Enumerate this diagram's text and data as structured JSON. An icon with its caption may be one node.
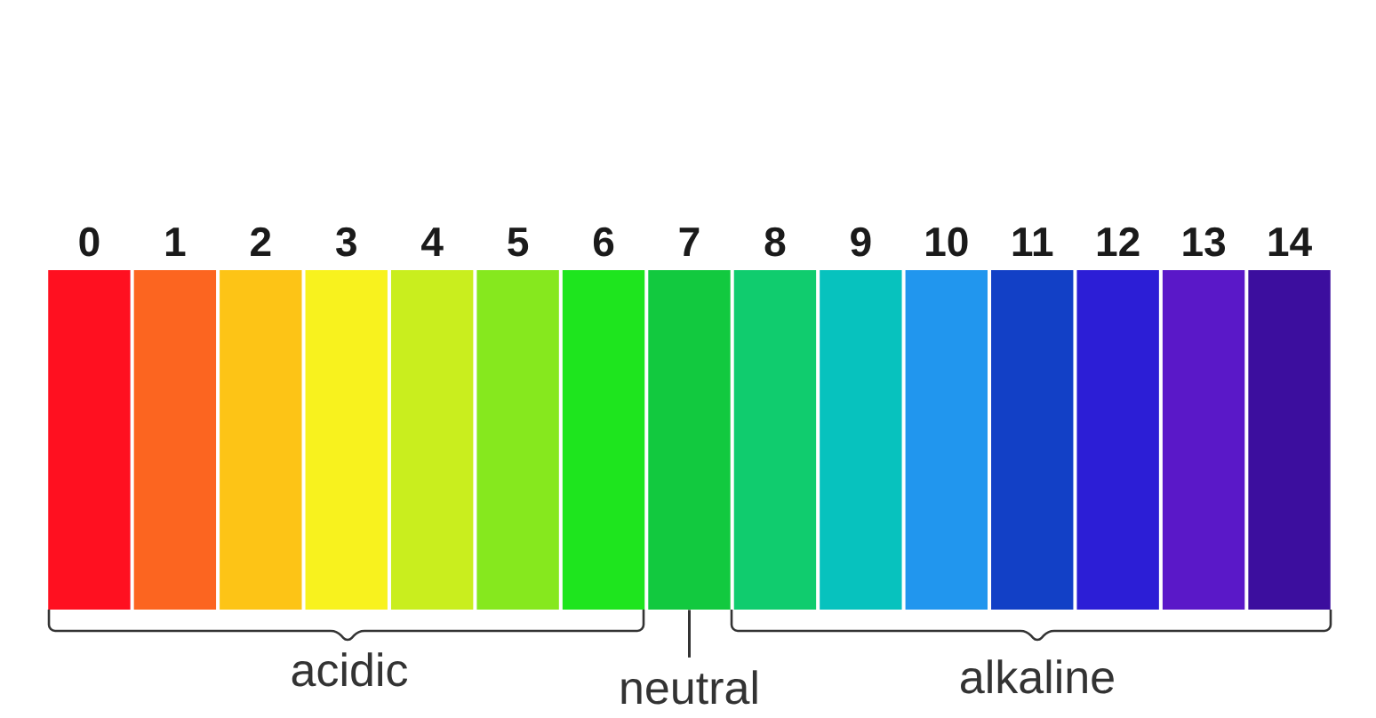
{
  "diagram": {
    "nodes": [
      {
        "text": [
          "0"
        ]
      },
      {
        "text": [
          "1"
        ]
      },
      {
        "text": [
          "2"
        ]
      },
      {
        "text": [
          "3"
        ]
      },
      {
        "text": [
          "4"
        ]
      },
      {
        "text": [
          "5"
        ]
      },
      {
        "text": [
          "6"
        ]
      },
      {
        "text": [
          "7"
        ]
      },
      {
        "text": [
          "8"
        ]
      },
      {
        "text": [
          "9"
        ]
      },
      {
        "text": [
          "10"
        ]
      },
      {
        "text": [
          "11"
        ]
      },
      {
        "text": [
          "12"
        ]
      },
      {
        "text": [
          "13"
        ]
      },
      {
        "text": [
          "14"
        ]
      },
      {
        "text": [
          "neutral"
        ]
      }
    ],
    "edges": [
      {
        "from": 15,
        "to": 7,
        "arrow": "none"
      }
    ],
    "labels": [
      "acidic",
      "alkaline"
    ]
  }
}
